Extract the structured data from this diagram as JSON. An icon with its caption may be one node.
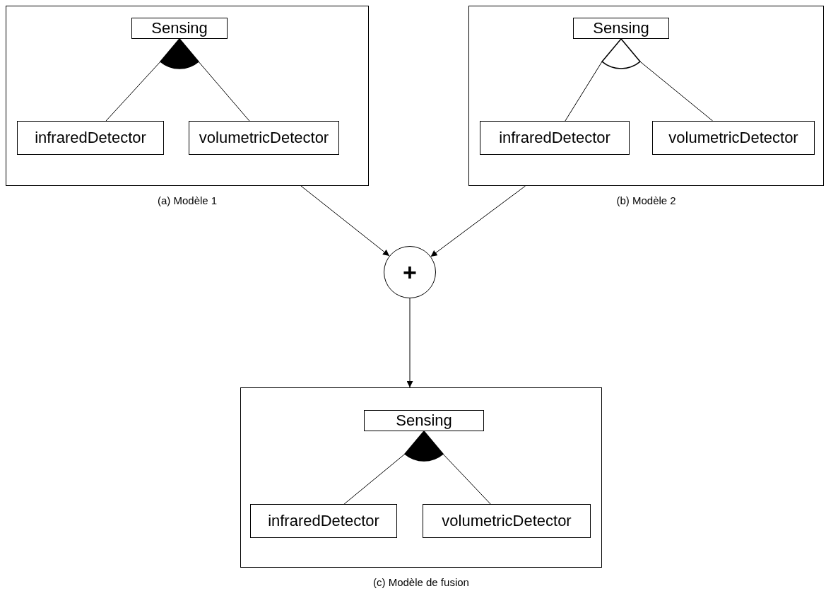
{
  "diagram": {
    "nodes": [
      {
        "text": [
          "(a) Modèle 1"
        ]
      },
      {
        "text": [
          "Sensing"
        ],
        "in": 0
      },
      {
        "text": [],
        "shape": "sector",
        "in": 0
      },
      {
        "text": [
          "infraredDetector"
        ],
        "in": 0
      },
      {
        "text": [
          "volumetricDetector"
        ],
        "in": 0
      },
      {
        "text": [
          "(b) Modèle 2"
        ]
      },
      {
        "text": [
          "Sensing"
        ],
        "in": 5
      },
      {
        "text": [],
        "shape": "arc",
        "in": 5
      },
      {
        "text": [
          "infraredDetector"
        ],
        "in": 5
      },
      {
        "text": [
          "volumetricDetector"
        ],
        "in": 5
      },
      {
        "text": [
          "+"
        ]
      },
      {
        "text": [
          "(c) Modèle de fusion"
        ]
      },
      {
        "text": [
          "Sensing"
        ],
        "in": 11
      },
      {
        "text": [],
        "shape": "sector",
        "in": 11
      },
      {
        "text": [
          "infraredDetector"
        ],
        "in": 11
      },
      {
        "text": [
          "volumetricDetector"
        ],
        "in": 11
      }
    ],
    "edges": [
      {
        "from": 2,
        "to": 3,
        "arrow": "none"
      },
      {
        "from": 2,
        "to": 4,
        "arrow": "none"
      },
      {
        "from": 7,
        "to": 8,
        "arrow": "none"
      },
      {
        "from": 7,
        "to": 9,
        "arrow": "none"
      },
      {
        "from": 0,
        "to": 10,
        "arrow": "to"
      },
      {
        "from": 5,
        "to": 10,
        "arrow": "to"
      },
      {
        "from": 10,
        "to": 11,
        "arrow": "to"
      },
      {
        "from": 13,
        "to": 14,
        "arrow": "none"
      },
      {
        "from": 13,
        "to": 15,
        "arrow": "none"
      }
    ]
  }
}
